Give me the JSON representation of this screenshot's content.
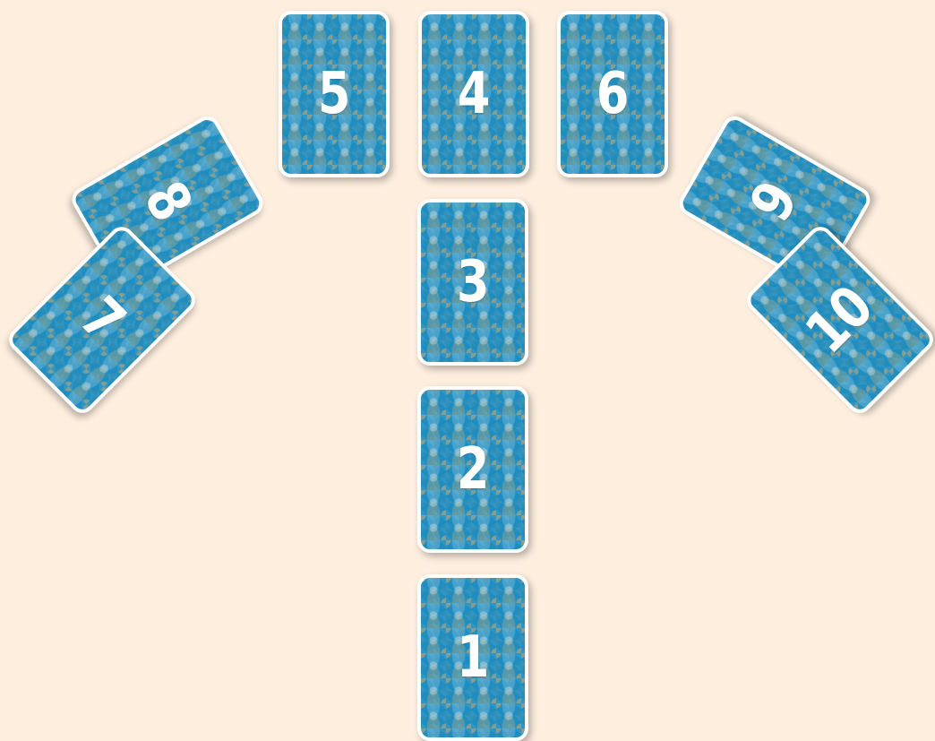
{
  "spread": {
    "cards": [
      {
        "id": "1",
        "label": "1"
      },
      {
        "id": "2",
        "label": "2"
      },
      {
        "id": "3",
        "label": "3"
      },
      {
        "id": "4",
        "label": "4"
      },
      {
        "id": "5",
        "label": "5"
      },
      {
        "id": "6",
        "label": "6"
      },
      {
        "id": "7",
        "label": "7"
      },
      {
        "id": "8",
        "label": "8"
      },
      {
        "id": "9",
        "label": "9"
      },
      {
        "id": "10",
        "label": "10"
      }
    ]
  },
  "colors": {
    "background": "#fdeede",
    "card_back": "#1f8dbf",
    "card_border": "#ffffff",
    "pattern_accent": "#c7ab78"
  }
}
